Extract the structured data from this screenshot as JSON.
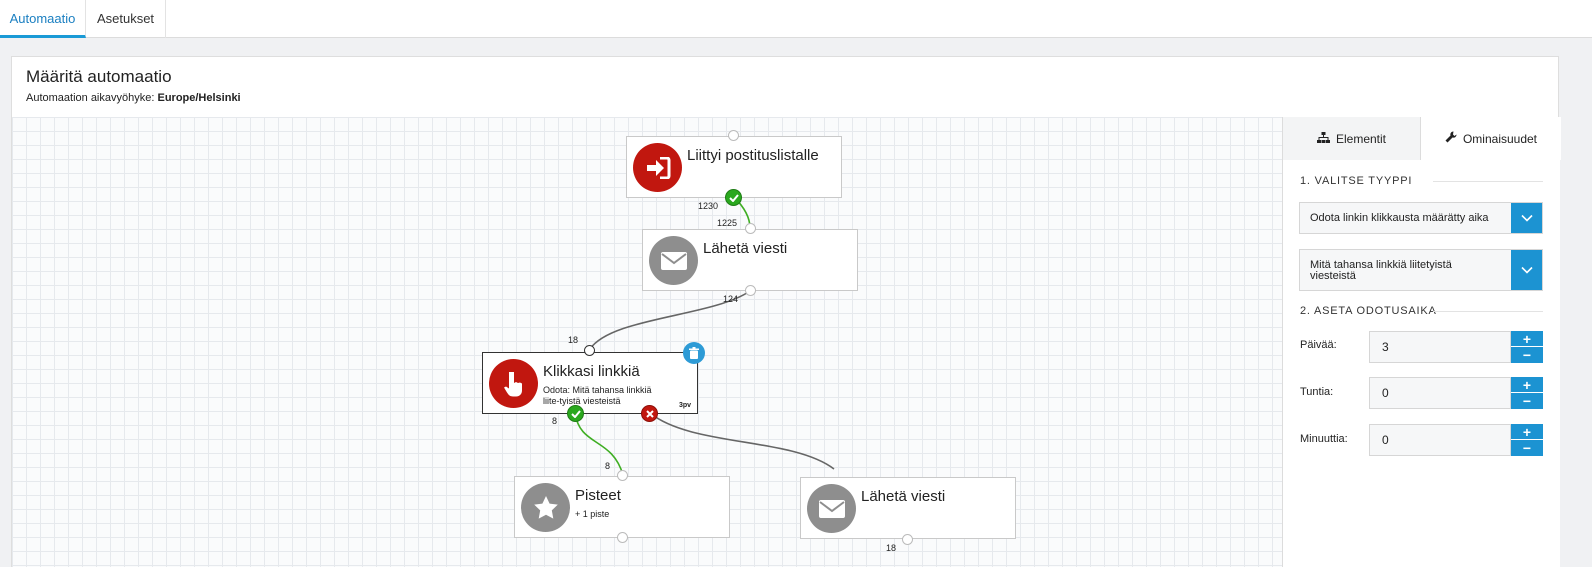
{
  "tabs": [
    {
      "label": "Automaatio",
      "active": true
    },
    {
      "label": "Asetukset",
      "active": false
    }
  ],
  "header": {
    "title": "Määritä automaatio",
    "timezone_label": "Automaation aikavyöhyke:",
    "timezone_value": "Europe/Helsinki"
  },
  "nodes": {
    "joined": {
      "title": "Liittyi postituslistalle",
      "icon": "sign-in-icon"
    },
    "send1": {
      "title": "Lähetä viesti",
      "icon": "envelope-icon"
    },
    "clicked": {
      "title": "Klikkasi linkkiä",
      "subtitle": "Odota: Mitä tahansa linkkiä liite-tyistä viesteistä",
      "badge": "3pv",
      "icon": "hand-pointer-icon"
    },
    "points": {
      "title": "Pisteet",
      "subtitle": "+ 1 piste",
      "icon": "star-icon"
    },
    "send2": {
      "title": "Lähetä viesti",
      "icon": "envelope-icon"
    }
  },
  "counts": {
    "c1230": "1230",
    "c1225": "1225",
    "c124": "124",
    "c18a": "18",
    "c8a": "8",
    "c8b": "8",
    "c18b": "18"
  },
  "sidebar": {
    "tabs": [
      {
        "label": "Elementit",
        "icon": "sitemap-icon",
        "active": false
      },
      {
        "label": "Ominaisuudet",
        "icon": "wrench-icon",
        "active": true
      }
    ],
    "section1": "1. VALITSE TYYPPI",
    "type_select": "Odota linkin klikkausta määrätty aika",
    "link_select": "Mitä tahansa linkkiä liitetyistä viesteistä",
    "section2": "2. ASETA ODOTUSAIKA",
    "fields": [
      {
        "label": "Päivää:",
        "value": "3"
      },
      {
        "label": "Tuntia:",
        "value": "0"
      },
      {
        "label": "Minuuttia:",
        "value": "0"
      }
    ],
    "plus": "+",
    "minus": "−"
  },
  "colors": {
    "accent": "#1c93d2",
    "red": "#c1170f",
    "green": "#2aa81e",
    "gray_icon": "#8e8e8e"
  }
}
